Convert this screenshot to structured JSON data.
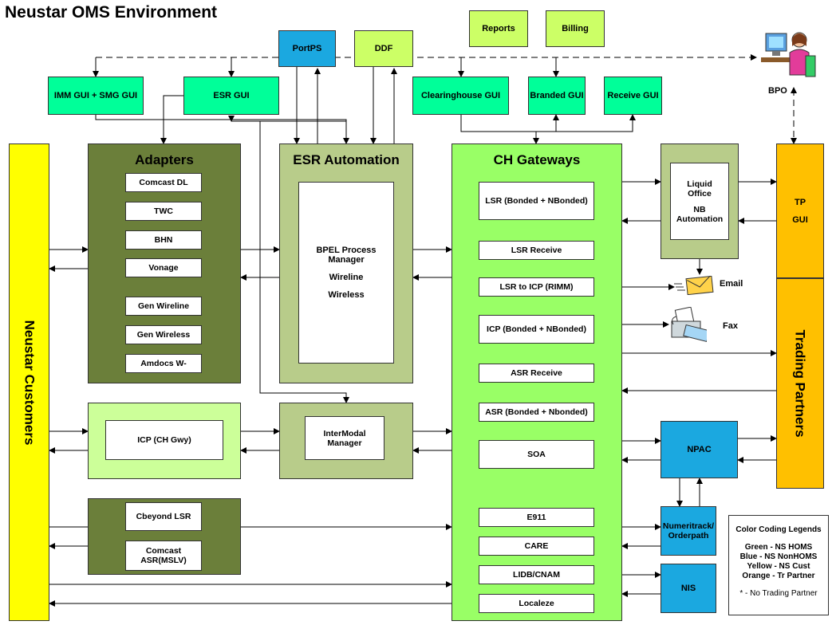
{
  "title": "Neustar OMS Environment",
  "top_boxes": {
    "portps": "PortPS",
    "ddf": "DDF",
    "reports": "Reports",
    "billing": "Billing",
    "imm_gui": "IMM GUI + SMG GUI",
    "esr_gui": "ESR GUI",
    "clearinghouse_gui": "Clearinghouse GUI",
    "branded_gui": "Branded GUI",
    "receive_gui": "Receive GUI",
    "bpo": "BPO"
  },
  "customers_label": "Neustar  Customers",
  "adapters": {
    "title": "Adapters",
    "items": [
      "Comcast DL",
      "TWC",
      "BHN",
      "Vonage",
      "Gen Wireline",
      "Gen Wireless",
      "Amdocs W-"
    ]
  },
  "esr_automation": {
    "title": "ESR Automation",
    "inner_lines": [
      "BPEL Process",
      "Manager",
      "",
      "Wireline",
      "",
      "Wireless"
    ]
  },
  "ch_gateways": {
    "title": "CH Gateways",
    "items": [
      "LSR (Bonded + NBonded)",
      "LSR Receive",
      "LSR to ICP (RIMM)",
      "ICP (Bonded + NBonded)",
      "ASR Receive",
      "ASR (Bonded + Nbonded)",
      "SOA",
      "E911",
      "CARE",
      "LIDB/CNAM",
      "Localeze"
    ]
  },
  "liquid_office": {
    "lines": [
      "Liquid",
      "Office",
      "",
      "NB",
      "Automation"
    ]
  },
  "tp_gui": {
    "lines": [
      "TP",
      "",
      "GUI"
    ]
  },
  "trading_partners": "Trading Partners",
  "email_label": "Email",
  "fax_label": "Fax",
  "icp_ch_gwy": "ICP (CH Gwy)",
  "intermodal": {
    "lines": [
      "InterModal",
      "Manager"
    ]
  },
  "cbeyond": "Cbeyond LSR",
  "comcast_asr": {
    "lines": [
      "Comcast",
      "ASR(MSLV)"
    ]
  },
  "npac": "NPAC",
  "numeritrack": {
    "lines": [
      "Numeritrack/",
      "Orderpath"
    ]
  },
  "nis": "NIS",
  "legend": {
    "title": "Color Coding Legends",
    "lines": [
      "Green - NS HOMS",
      "Blue - NS NonHOMS",
      "Yellow - NS Cust",
      "Orange - Tr Partner"
    ],
    "note": "* - No Trading Partner"
  },
  "colors": {
    "green_bright": "#00ff99",
    "green_dark": "#6b7f3a",
    "green_light": "#b8cc8a",
    "green_lime": "#99ff66",
    "blue": "#1ba8e0",
    "yellow": "#ffff00",
    "orange": "#ffc000"
  }
}
